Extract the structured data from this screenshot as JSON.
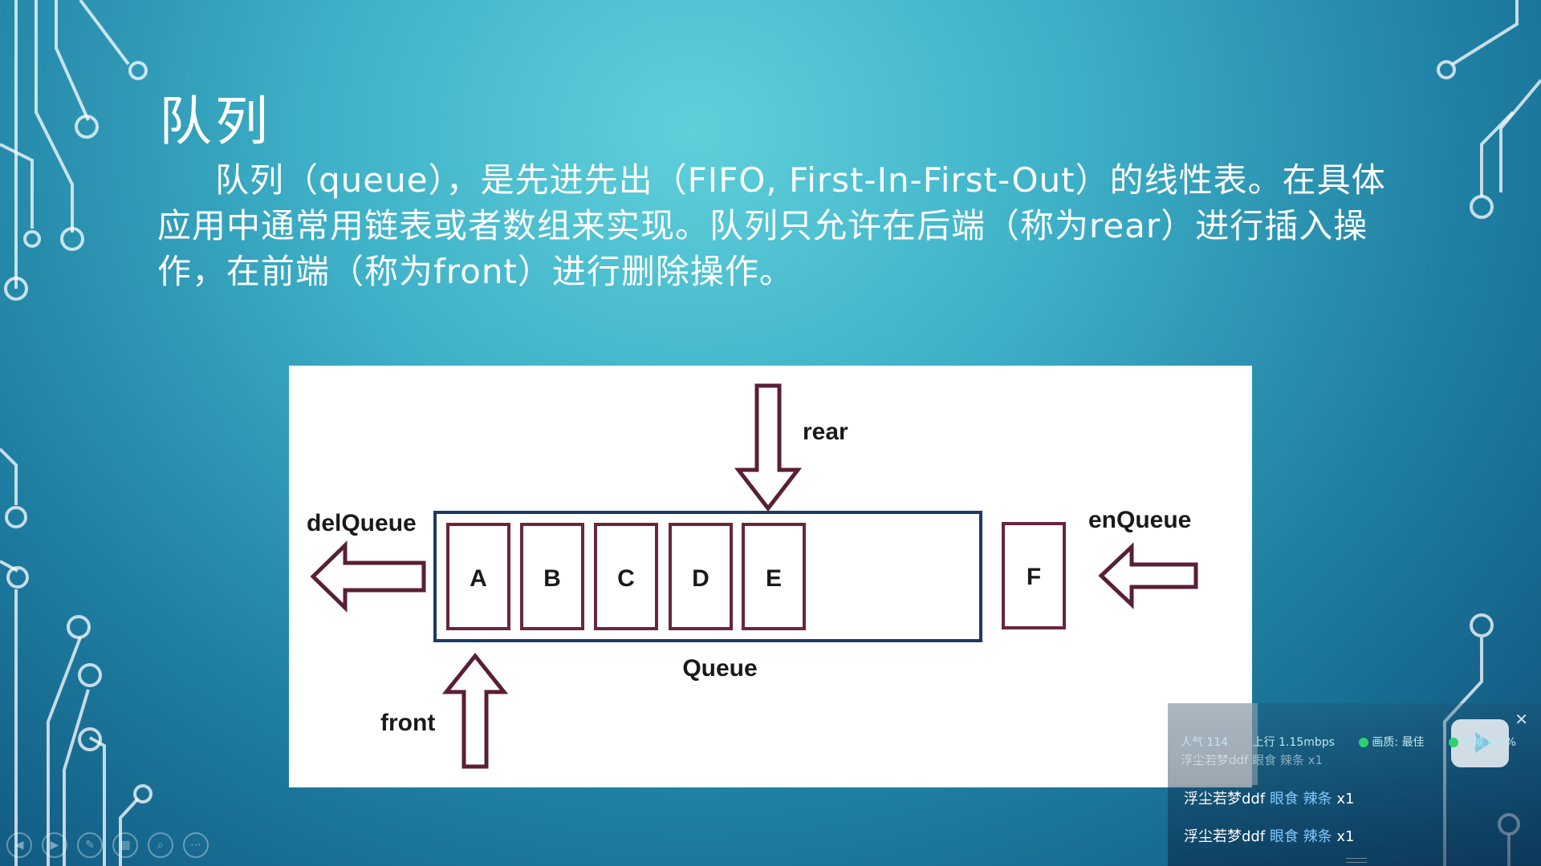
{
  "slide": {
    "title": "队列",
    "body": "队列（queue），是先进先出（FIFO, First-In-First-Out）的线性表。在具体应用中通常用链表或者数组来实现。队列只允许在后端（称为rear）进行插入操作，在前端（称为front）进行删除操作。"
  },
  "diagram": {
    "items": [
      "A",
      "B",
      "C",
      "D",
      "E"
    ],
    "incoming": "F",
    "labels": {
      "rear": "rear",
      "front": "front",
      "delQueue": "delQueue",
      "enQueue": "enQueue",
      "queue": "Queue"
    },
    "colors": {
      "arrow": "#5a1f35",
      "box": "#6a2540",
      "container": "#1c3a66"
    }
  },
  "player_controls": [
    "prev-icon",
    "play-icon",
    "pen-icon",
    "grid-icon",
    "zoom-icon",
    "more-icon"
  ],
  "live_overlay": {
    "popularity": "人气 114",
    "upload": "上行 1.15mbps",
    "quality": "画质: 最佳",
    "extra": "丢帧 0.4%",
    "cut_line": "浮尘若梦ddf 眼食 辣条 x1",
    "gifts": [
      {
        "user": "浮尘若梦ddf",
        "gift": "眼食 辣条",
        "count": "x1"
      },
      {
        "user": "浮尘若梦ddf",
        "gift": "眼食 辣条",
        "count": "x1"
      }
    ]
  }
}
